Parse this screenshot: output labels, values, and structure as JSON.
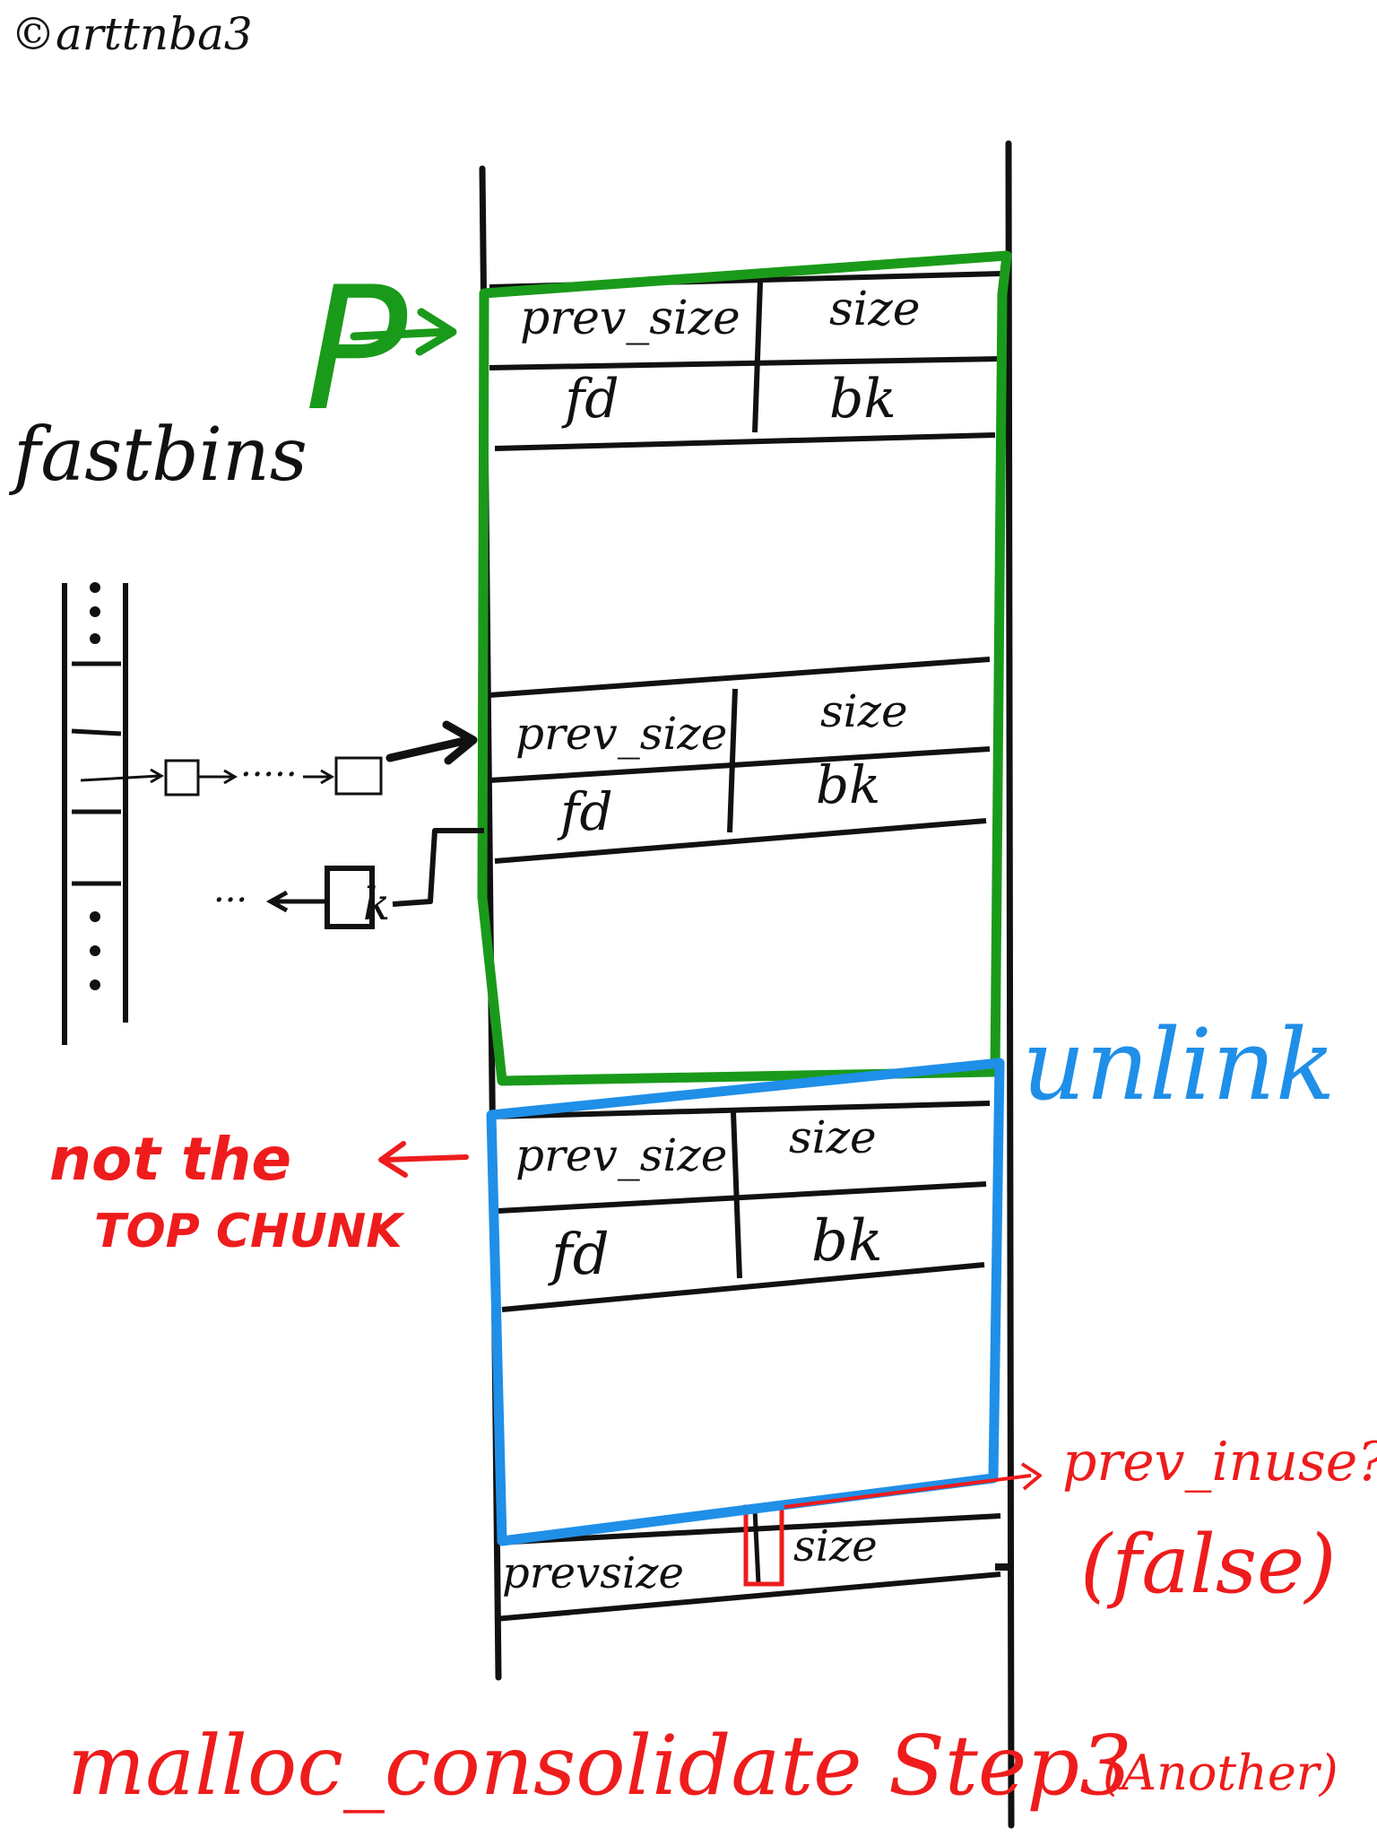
{
  "copyright": "©arttnba3",
  "labels": {
    "p": "P",
    "fastbins": "fastbins",
    "unlink": "unlink",
    "not_top_line1": "not the",
    "not_top_line2": "TOP CHUNK",
    "prev_inuse": "prev_inuse?",
    "prev_inuse_value": "(false)",
    "title": "malloc_consolidate Step3",
    "title_sub": "(Another)"
  },
  "chunks": [
    {
      "prev_size": "prev_size",
      "size": "size",
      "fd": "fd",
      "bk": "bk"
    },
    {
      "prev_size": "prev_size",
      "size": "size",
      "fd": "fd",
      "bk": "bk"
    },
    {
      "prev_size": "prev_size",
      "size": "size",
      "fd": "fd",
      "bk": "bk"
    }
  ],
  "last_chunk": {
    "prev_size": "prevsize",
    "size": "size"
  },
  "fastbin_list": {
    "ellipsis": "·····",
    "back_ellipsis": "···",
    "bk_box": "k"
  },
  "colors": {
    "ink": "#111111",
    "green": "#1a9a1a",
    "blue": "#1f8fe8",
    "red": "#ee1c1c"
  }
}
